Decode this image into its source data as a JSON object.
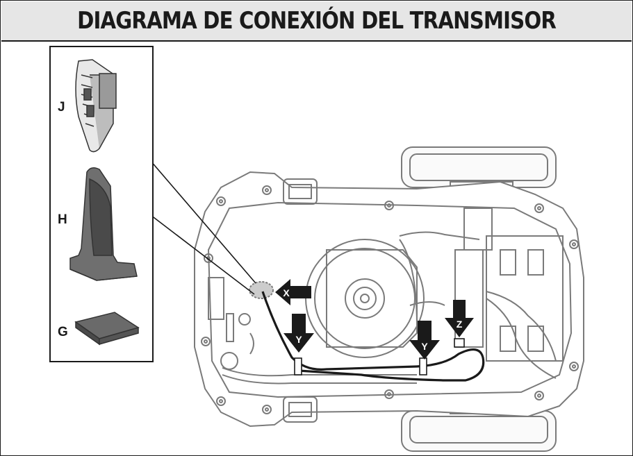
{
  "title": "DIAGRAMA DE CONEXIÓN DEL TRANSMISOR",
  "parts": {
    "j": "J",
    "h": "H",
    "g": "G"
  },
  "arrows": {
    "x": "X",
    "y1": "Y",
    "y2": "Y",
    "z": "Z"
  },
  "colors": {
    "title_bg": "#e6e6e6",
    "outline": "#1a1a1a",
    "mower_line": "#7a7a7a",
    "highlight_zone": "#cccccc"
  }
}
